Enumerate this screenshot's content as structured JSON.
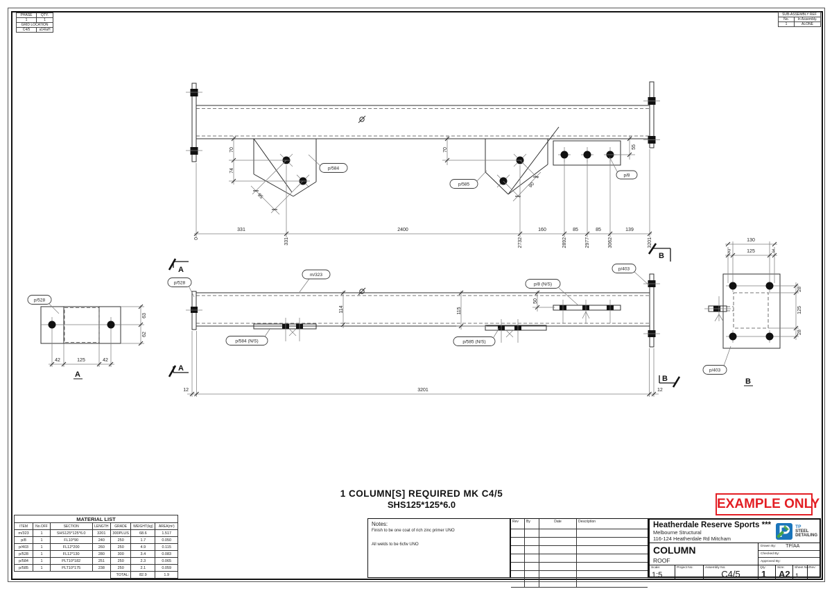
{
  "phase_table": {
    "col1": "PHASE",
    "col2": "QTY.",
    "phase": "1",
    "qty": "1",
    "grid_header": "GRID LOCATION",
    "grid_mark": "C4/5",
    "grid_loc": "a14/aH"
  },
  "subassembly_table": {
    "header": "SUB-ASSEMBLY REF",
    "col1": "No.",
    "col2": "In Assembly.",
    "no": "1",
    "in_assembly": "ALONE"
  },
  "views": {
    "elevation": {
      "seg_dims": [
        "331",
        "2400",
        "160",
        "85",
        "85",
        "139"
      ],
      "cum_dims": [
        "0",
        "331",
        "2732",
        "2892",
        "2977",
        "3062",
        "3201"
      ],
      "dim_70_left": "70",
      "dim_74": "74",
      "dim_95": "95",
      "dim_70_right": "70",
      "dim_90": "90",
      "dim_55": "55",
      "label_p584": "p/584",
      "label_p585": "p/585",
      "label_p8": "p/8"
    },
    "plan": {
      "label_p528": "p/528",
      "label_m323": "m/323",
      "label_p584": "p/584 (N/S)",
      "label_p585": "p/585 (N/S)",
      "label_p8": "p/8 (N/S)",
      "label_p403": "p/403",
      "dim_114": "114",
      "dim_115": "115",
      "dim_50": "50",
      "dim_12_left": "12",
      "dim_3201": "3201",
      "dim_12_right": "12",
      "marker_a": "A",
      "marker_b": "B"
    },
    "section_a": {
      "title": "A",
      "label_p528": "p/528",
      "dim_42_left": "42",
      "dim_125": "125",
      "dim_42_right": "42",
      "dim_63": "63",
      "dim_62": "62"
    },
    "section_b": {
      "title": "B",
      "label_p403": "p/403",
      "dim_130": "130",
      "dim_2": "2",
      "dim_125_top": "125",
      "dim_3": "3",
      "dim_28_top": "28",
      "dim_125_right": "125",
      "dim_28_bottom": "28"
    }
  },
  "required_note": {
    "line1": "1  COLUMN[S]  REQUIRED  MK C4/5",
    "line2": "SHS125*125*6.0"
  },
  "stamp": {
    "text": "EXAMPLE ONLY",
    "color": "#e31e24"
  },
  "material_list": {
    "title": "MATERIAL LIST",
    "headers": [
      "ITEM",
      "No.OFF",
      "SECTION",
      "LENGTH",
      "GRADE",
      "WEIGHT(kg)",
      "AREA(m²)"
    ],
    "rows": [
      {
        "item": "m/323",
        "no_off": "1",
        "section": "SHS125*125*6.0",
        "length": "3201",
        "grade": "300PLUS",
        "weight": "68.6",
        "area": "1.517"
      },
      {
        "item": "p/8",
        "no_off": "1",
        "section": "FL10*90",
        "length": "240",
        "grade": "250",
        "weight": "1.7",
        "area": "0.050"
      },
      {
        "item": "p/403",
        "no_off": "1",
        "section": "FL12*200",
        "length": "260",
        "grade": "250",
        "weight": "4.9",
        "area": "0.115"
      },
      {
        "item": "p/528",
        "no_off": "1",
        "section": "FL12*130",
        "length": "280",
        "grade": "300",
        "weight": "3.4",
        "area": "0.083"
      },
      {
        "item": "p/584",
        "no_off": "1",
        "section": "PLT10*182",
        "length": "251",
        "grade": "250",
        "weight": "2.3",
        "area": "0.065"
      },
      {
        "item": "p/585",
        "no_off": "1",
        "section": "PLT10*175",
        "length": "238",
        "grade": "250",
        "weight": "2.1",
        "area": "0.059"
      }
    ],
    "total_label": "TOTAL:",
    "total_weight": "82.9",
    "total_area": "1.9"
  },
  "notes": {
    "title": "Notes:",
    "line1": "Finish to be one coat of rich zinc primer UNO",
    "line2": "All welds to be 6cfw UNO"
  },
  "revision_table": {
    "headers": {
      "rev": "Rev",
      "by": "By",
      "date": "Date",
      "description": "Description"
    }
  },
  "title_block": {
    "company": "Heatherdale Reserve Sports ***",
    "client": "Melbourne Structural",
    "address": "116-124 Heatherdale Rd Mitcham",
    "logo": {
      "tp": "TP",
      "line1": "STEEL",
      "line2": "DETAILING"
    },
    "title": "COLUMN",
    "subtitle": "ROOF",
    "drawn_by_label": "Drawn By:",
    "drawn_by": "TP/AA",
    "checked_by_label": "Checked By:",
    "checked_by": "",
    "approved_by_label": "Approved By:",
    "approved_by": "",
    "scale_label": "Scale:",
    "scale": "1:5",
    "project_label": "Project No:",
    "project": "",
    "assembly_label": "Assembly No:",
    "assembly": "C4/5",
    "qty_label": "Qty:",
    "qty": "1",
    "size_label": "Size:",
    "size": "A2",
    "sheet_label": "Sheet No:",
    "sheet": "1",
    "rev_label": "Rev:",
    "rev": ""
  }
}
